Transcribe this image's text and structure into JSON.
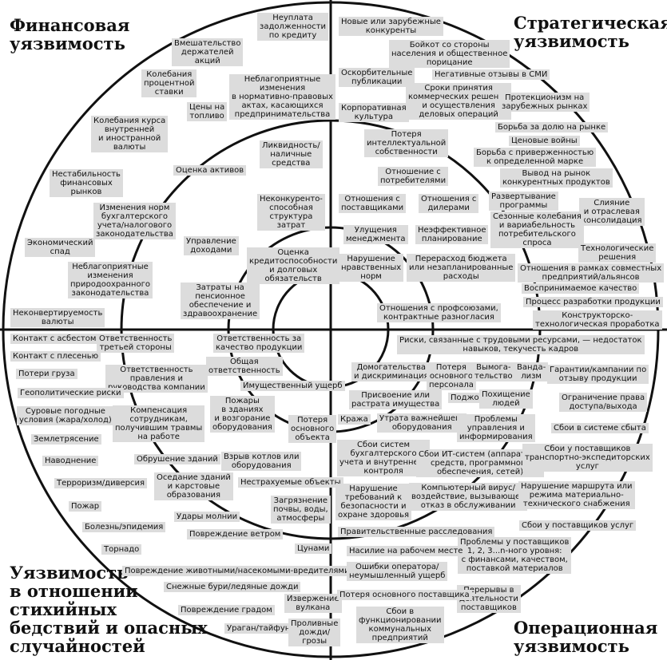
{
  "corners": {
    "financial": "Финансовая\nуязвимость",
    "strategic": "Стратегическая\nуязвимость",
    "natural": "Уязвимость\nв отношении\nстихийных\nбедствий и опасных\nслучайностей",
    "operational": "Операционная\nуязвимость"
  },
  "labels": {
    "f01": "Неуплата\nзадолженности\nпо кредиту",
    "f02": "Вмешательство\nдержателей\nакций",
    "f03": "Колебания\nпроцентной\nставки",
    "f04": "Неблагоприятные\nизменения\nв нормативно-правовых\nактах, касающихся\nпредпринимательства",
    "f05": "Цены на\nтопливо",
    "f06": "Колебания курса\nвнутренней\nи иностранной\nвалюты",
    "f07": "Ликвидность/\nналичные\nсредства",
    "f08": "Оценка активов",
    "f09": "Нестабильность\nфинансовых\nрынков",
    "f10": "Неконкуренто-\nспособная\nструктура\nзатрат",
    "f11": "Изменения норм\nбухгалтерского\nучета/налогового\nзаконодательства",
    "f12": "Экономический\nспад",
    "f13": "Управление\nдоходами",
    "f14": "Оценка\nкредитоспособности\nи долговых\nобязательств",
    "f15": "Неблагоприятные\nизменения\nприродоохранного\nзаконодательства",
    "f16": "Затраты на\nпенсионное\nобеспечение и\nздравоохранение",
    "f17": "Неконвертируемость\nвалюты",
    "s01": "Новые или зарубежные\nконкуренты",
    "s02": "Бойкот со стороны\nнаселения и общественное\nпорицание",
    "s03": "Оскорбительные\nпубликации",
    "s04": "Негативные отзывы в СМИ",
    "s05": "Сроки принятия\nкоммерческих решений\nи осуществления\nделовых операций",
    "s06": "Протекционизм на\nзарубежных рынках",
    "s07": "Корпоративная\nкультура",
    "s08": "Борьба за долю на рынке",
    "s09": "Потеря\nинтеллектуальной\nсобственности",
    "s10": "Ценовые войны",
    "s11": "Борьба с приверженностью\nк определенной марке",
    "s12": "Отношение с\nпотребителями",
    "s13": "Вывод на рынок\nконкурентных продуктов",
    "s14": "Развертывание\nпрограммы",
    "s15": "Отношения с\nпоставщиками",
    "s16": "Отношения с\nдилерами",
    "s17": "Слияние\nи отраслевая\nконсолидация",
    "s18": "Сезонные колебания\nи вариабельность\nпотребительского\nспроса",
    "s19": "Улущения\nменеджмента",
    "s20": "Неэффективное\nпланирование",
    "s21": "Технологические\nрешения",
    "s22": "Нарушение\nнравственных\nнорм",
    "s23": "Перерасход бюджета\nили незапланированные\nрасходы",
    "s24": "Отношения в рамках совместных\nпредприятий/альянсов",
    "s25": "Воспринимаемое качество",
    "s26": "Процесс разработки продукции",
    "s27": "Отношения с профсоюзами,\nконтрактные разногласия",
    "s28": "Конструкторско-\nтехнологическая проработка",
    "n01": "Контакт с асбестом",
    "n02": "Ответственность\nтретьей стороны",
    "n03": "Ответственность за\nкачество продукции",
    "n04": "Контакт с плесенью",
    "n05": "Общая\nответственность",
    "n06": "Ответственность\nправления и\nруководства компании",
    "n07": "Потери груза",
    "n08": "Имущественный ущерб",
    "n09": "Геополитические риски",
    "n10": "Пожары\nв зданиях\nи возгорание\nоборудования",
    "n11": "Суровые погодные\nусловия (жара/холод)",
    "n12": "Компенсация\nсотрудникам,\nполучившим травмы\nна работе",
    "n13": "Потеря\nосновного\nобъекта",
    "n14": "Землетрясение",
    "n15": "Наводнение",
    "n16": "Обрушение зданий",
    "n17": "Взрыв котлов или\nоборудования",
    "n18": "Оседание зданий\nи карстовые\nобразования",
    "n19": "Терроризм/диверсия",
    "n20": "Нестрахуемые объекты",
    "n21": "Пожар",
    "n22": "Загрязнение\nпочвы, воды,\nатмосферы",
    "n23": "Удары молнии",
    "n24": "Болезнь/эпидемия",
    "n25": "Повреждение ветром",
    "n26": "Торнадо",
    "n27": "Цунами",
    "n28": "Повреждение животными/насекомыми-вредителями",
    "n29": "Снежные бури/ледяные дожди",
    "n30": "Извержение\nвулкана",
    "n31": "Повреждение градом",
    "n32": "Ураган/тайфун",
    "n33": "Проливные\nдожди/\nгрозы",
    "o01": "Риски, связанные с трудовыми ресурсами, — недостаток\nнавыков, текучесть кадров",
    "o02": "Домогательства\nи дискриминация",
    "o03": "Потеря\nосновного\nперсонала",
    "o04": "Вымога-\nтельство",
    "o05": "Ванда-\nлизм",
    "o06": "Гарантии/кампании по\nотзыву продукции",
    "o07": "Присвоение или\nрастрата имущества",
    "o08": "Поджог",
    "o09": "Похищение\nлюдей",
    "o10": "Ограничение права\nдоступа/выхода",
    "o11": "Кража",
    "o12": "Утрата важнейшего\nоборудования",
    "o13": "Проблемы\nуправления и\nинформирования",
    "o14": "Сбои в системе сбыта",
    "o15": "Сбои систем\nбухгалтерского\nучета и внутреннего\nконтроля",
    "o16": "Сбои ИТ-систем (аппаратных\nсредств, программного\nобеспечения, сетей)",
    "o17": "Сбои у поставщиков\nтранспортно-экспедиторских\nуслуг",
    "o18": "Нарушение\nтребований к\nбезопасности и\nохране здоровья",
    "o19": "Компьютерный вирус/\nвоздействие, вызывающее\nотказ в обслуживании",
    "o20": "Нарушение маршрута или\nрежима материально-\nтехнического снабжения",
    "o21": "Сбои у поставщиков услуг",
    "o22": "Правительственные расследования",
    "o23": "Проблемы у поставщиков\n1, 2, 3...n-ного уровня:\nс финансами, качеством,\nпоставкой материалов",
    "o24": "Насилие на рабочем месте",
    "o25": "Ошибки оператора/\nнеумышленный ущерб",
    "o26": "Перерывы в\nдеятельности\nпоставщиков",
    "o27": "Потеря основного поставщика",
    "o28": "Сбои в\nфункционировании\nкоммунальных\nпредприятий"
  }
}
